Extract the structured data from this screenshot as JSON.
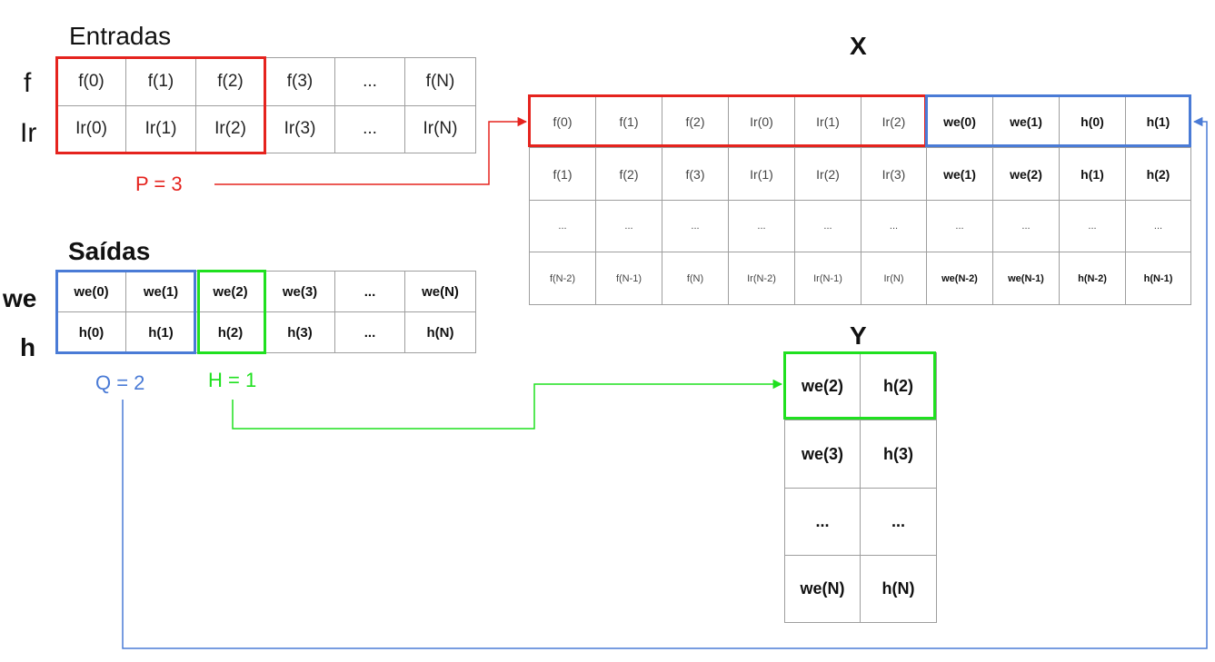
{
  "entradas": {
    "title": "Entradas",
    "row_labels": [
      "f",
      "Ir"
    ],
    "rows": [
      [
        "f(0)",
        "f(1)",
        "f(2)",
        "f(3)",
        "...",
        "f(N)"
      ],
      [
        "Ir(0)",
        "Ir(1)",
        "Ir(2)",
        "Ir(3)",
        "...",
        "Ir(N)"
      ]
    ],
    "p_label": "P = 3"
  },
  "saidas": {
    "title": "Saídas",
    "row_labels": [
      "we",
      "h"
    ],
    "rows": [
      [
        "we(0)",
        "we(1)",
        "we(2)",
        "we(3)",
        "...",
        "we(N)"
      ],
      [
        "h(0)",
        "h(1)",
        "h(2)",
        "h(3)",
        "...",
        "h(N)"
      ]
    ],
    "q_label": "Q = 2",
    "h_label": "H = 1"
  },
  "x_matrix": {
    "title": "X",
    "rows": [
      [
        "f(0)",
        "f(1)",
        "f(2)",
        "Ir(0)",
        "Ir(1)",
        "Ir(2)",
        "we(0)",
        "we(1)",
        "h(0)",
        "h(1)"
      ],
      [
        "f(1)",
        "f(2)",
        "f(3)",
        "Ir(1)",
        "Ir(2)",
        "Ir(3)",
        "we(1)",
        "we(2)",
        "h(1)",
        "h(2)"
      ],
      [
        "...",
        "...",
        "...",
        "...",
        "...",
        "...",
        "...",
        "...",
        "...",
        "..."
      ],
      [
        "f(N-2)",
        "f(N-1)",
        "f(N)",
        "Ir(N-2)",
        "Ir(N-1)",
        "Ir(N)",
        "we(N-2)",
        "we(N-1)",
        "h(N-2)",
        "h(N-1)"
      ]
    ]
  },
  "y_matrix": {
    "title": "Y",
    "rows": [
      [
        "we(2)",
        "h(2)"
      ],
      [
        "we(3)",
        "h(3)"
      ],
      [
        "...",
        "..."
      ],
      [
        "we(N)",
        "h(N)"
      ]
    ]
  },
  "colors": {
    "inputs_window": "#e5231e",
    "outputs_window": "#4a7bd6",
    "horizon_window": "#1fe01f",
    "grid_line": "#9e9e9e"
  }
}
